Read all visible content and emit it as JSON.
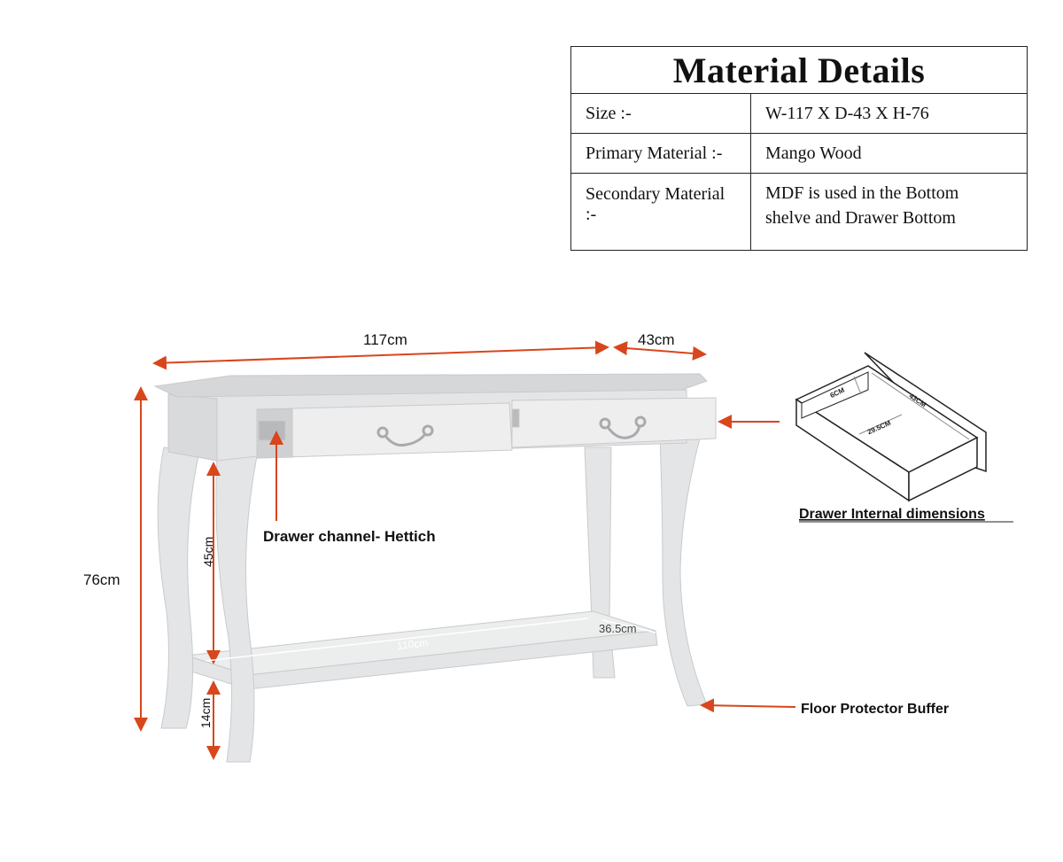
{
  "material_details": {
    "title": "Material Details",
    "rows": [
      {
        "label": "Size :-",
        "value": "W-117 X D-43 X H-76"
      },
      {
        "label": "Primary Material :-",
        "value": "Mango Wood"
      },
      {
        "label": "Secondary Material :-",
        "value": "MDF is used in the Bottom shelve and Drawer Bottom"
      }
    ]
  },
  "dimensions": {
    "width": "117cm",
    "depth": "43cm",
    "height": "76cm",
    "leg_to_shelf": "45cm",
    "shelf_clearance": "14cm",
    "shelf_width": "110cm",
    "shelf_depth": "36.5cm"
  },
  "callouts": {
    "drawer_channel": "Drawer channel- Hettich",
    "floor_buffer": "Floor Protector Buffer",
    "drawer_internal": "Drawer Internal dimensions"
  },
  "drawer_internal": {
    "height": "6CM",
    "length": "43CM",
    "width": "29.5CM"
  },
  "colors": {
    "arrow": "#d8461c",
    "table": "#e4e5e7"
  }
}
